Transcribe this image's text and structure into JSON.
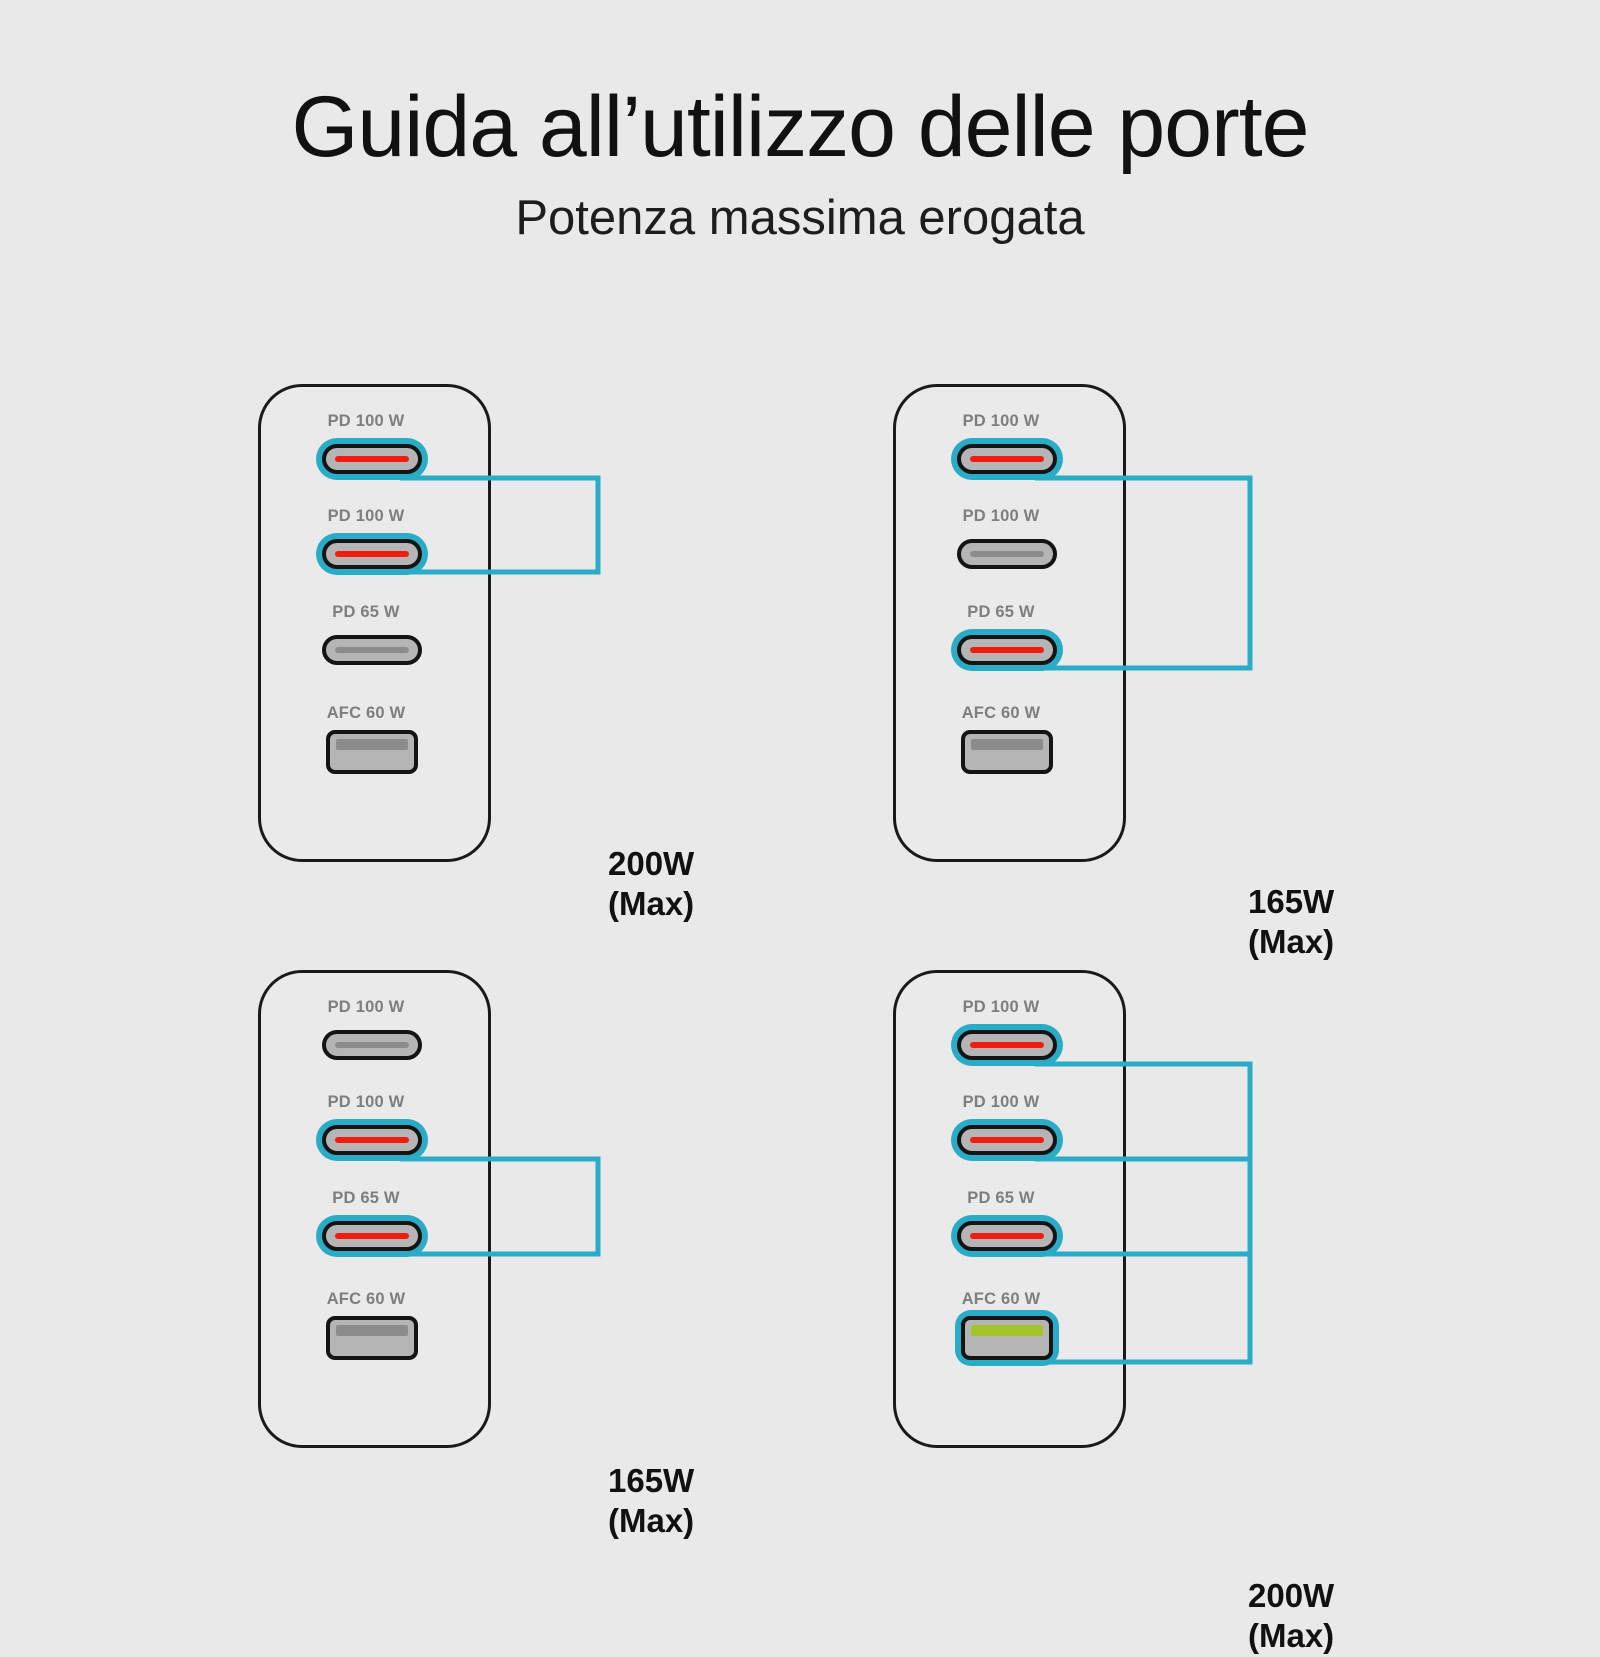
{
  "header": {
    "title": "Guida all’utilizzo delle porte",
    "subtitle": "Potenza massima erogata"
  },
  "colors": {
    "background": "#e9e9e9",
    "accent_cyan": "#2aacc6",
    "active_usbc_bar": "#f01c10",
    "active_usba_bar": "#a3c42b",
    "inactive_bar": "#8c8c8c",
    "port_fill": "#b5b5b5",
    "outline": "#141414",
    "label_gray": "#7e7e7e",
    "value_black": "#111111"
  },
  "port_types": {
    "usb_c": "usb-c-port",
    "usb_a": "usb-a-port"
  },
  "panels": [
    {
      "id": "panel-200w-two-pd100",
      "power": {
        "value": "200W",
        "max": "(Max)"
      },
      "ports": [
        {
          "label": "PD 100 W",
          "type": "usb-c",
          "active": true
        },
        {
          "label": "PD 100 W",
          "type": "usb-c",
          "active": true
        },
        {
          "label": "PD 65 W",
          "type": "usb-c",
          "active": false
        },
        {
          "label": "AFC 60 W",
          "type": "usb-a",
          "active": false
        }
      ]
    },
    {
      "id": "panel-165w-pd100-pd65",
      "power": {
        "value": "165W",
        "max": "(Max)"
      },
      "ports": [
        {
          "label": "PD 100 W",
          "type": "usb-c",
          "active": true
        },
        {
          "label": "PD 100 W",
          "type": "usb-c",
          "active": false
        },
        {
          "label": "PD 65 W",
          "type": "usb-c",
          "active": true
        },
        {
          "label": "AFC 60 W",
          "type": "usb-a",
          "active": false
        }
      ]
    },
    {
      "id": "panel-165w-second-pd100-pd65",
      "power": {
        "value": "165W",
        "max": "(Max)"
      },
      "ports": [
        {
          "label": "PD 100 W",
          "type": "usb-c",
          "active": false
        },
        {
          "label": "PD 100 W",
          "type": "usb-c",
          "active": true
        },
        {
          "label": "PD 65 W",
          "type": "usb-c",
          "active": true
        },
        {
          "label": "AFC 60 W",
          "type": "usb-a",
          "active": false
        }
      ]
    },
    {
      "id": "panel-200w-all-ports",
      "power": {
        "value": "200W",
        "max": "(Max)"
      },
      "ports": [
        {
          "label": "PD 100 W",
          "type": "usb-c",
          "active": true
        },
        {
          "label": "PD 100 W",
          "type": "usb-c",
          "active": true
        },
        {
          "label": "PD 65 W",
          "type": "usb-c",
          "active": true
        },
        {
          "label": "AFC 60 W",
          "type": "usb-a",
          "active": true
        }
      ]
    }
  ]
}
